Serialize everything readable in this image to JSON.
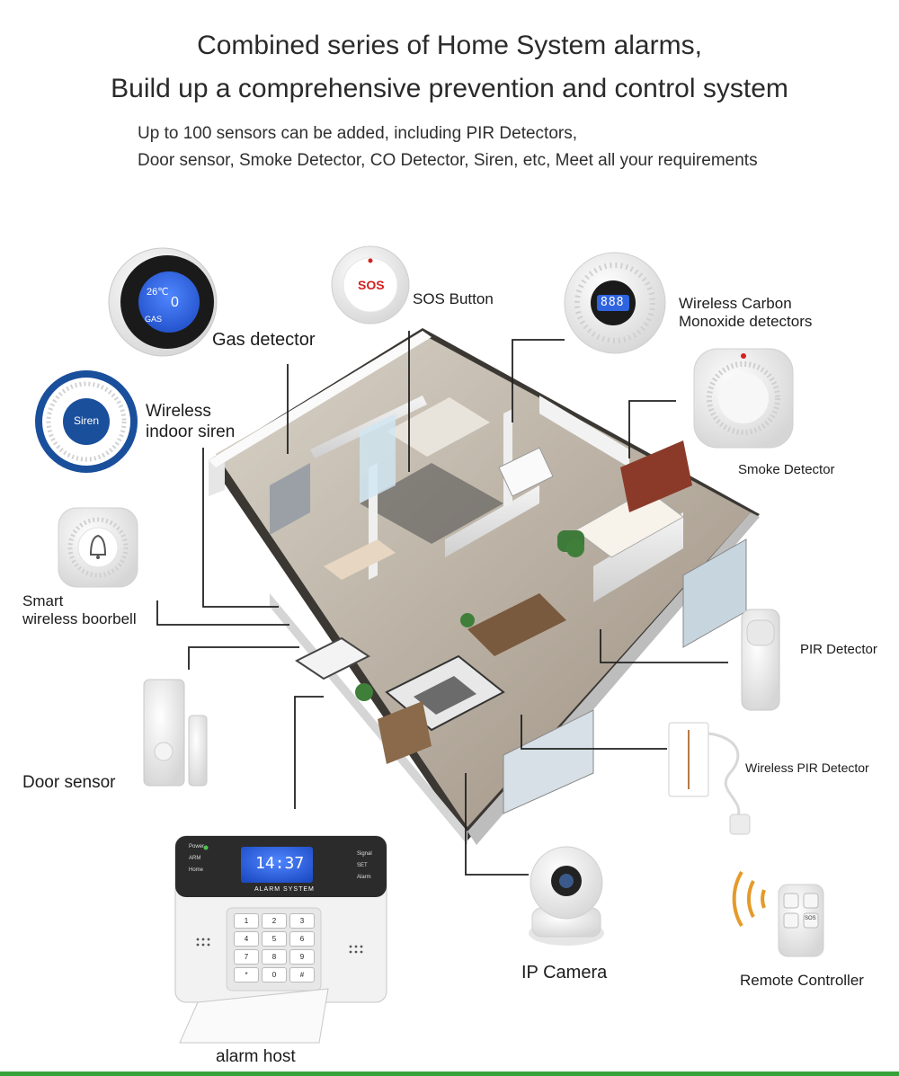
{
  "header": {
    "title_line1": "Combined series of Home System alarms,",
    "title_line2": "Build up a comprehensive prevention and control system",
    "subtitle_line1": "Up to 100 sensors can be added, including PIR Detectors,",
    "subtitle_line2": "Door sensor, Smoke Detector, CO Detector, Siren, etc, Meet all your requirements"
  },
  "devices": {
    "gas_detector": "Gas detector",
    "sos_button": "SOS Button",
    "co_detector_line1": "Wireless Carbon",
    "co_detector_line2": "Monoxide detectors",
    "siren_line1": "Wireless",
    "siren_line2": "indoor siren",
    "smoke_detector": "Smoke Detector",
    "doorbell_line1": "Smart",
    "doorbell_line2": "wireless boorbell",
    "pir_detector": "PIR Detector",
    "door_sensor": "Door sensor",
    "wireless_pir_detector": "Wireless PIR Detector",
    "ip_camera": "IP Camera",
    "remote_controller": "Remote Controller",
    "alarm_host": "alarm host"
  },
  "device_faces": {
    "gas_display_temp": "26℃",
    "gas_display_value": "0",
    "gas_display_unit": "GAS",
    "sos_text": "SOS",
    "co_display": "888",
    "siren_text": "Siren",
    "host_time": "14:37",
    "host_caption": "ALARM SYSTEM",
    "host_left_labels": [
      "Power",
      "ARM",
      "Home"
    ],
    "host_right_labels": [
      "Signal",
      "SET",
      "Alarm"
    ],
    "keypad_keys": [
      "1",
      "2",
      "3",
      "4",
      "5",
      "6",
      "7",
      "8",
      "9",
      "*",
      "0",
      "#"
    ],
    "remote_sos": "SOS"
  },
  "colors": {
    "accent_blue": "#1a4f9c",
    "lcd_blue": "#2f64e0",
    "bottom_bar": "#37a23a",
    "leader_line": "#222222"
  }
}
